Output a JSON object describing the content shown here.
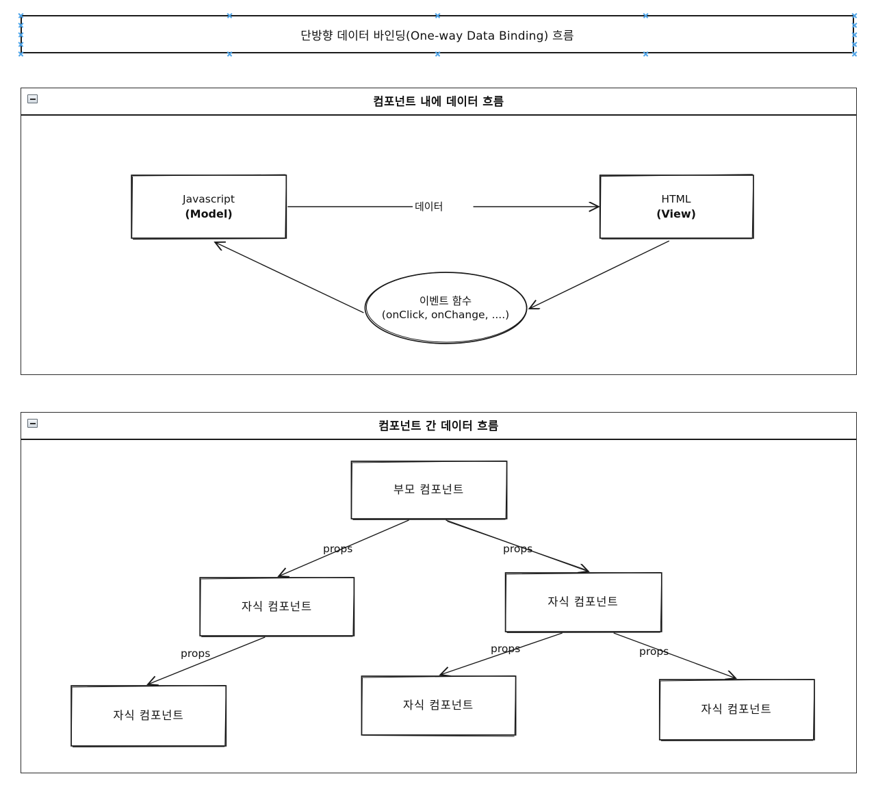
{
  "title": {
    "text": "단방향 데이터 바인딩(One-way Data Binding) 흐름"
  },
  "panels": [
    {
      "id": "intra-component-flow",
      "header": "컴포넌트 내에 데이터 흐름",
      "collapse_icon": "minimize-icon",
      "nodes": [
        {
          "name": "model-box",
          "shape": "rect",
          "line1": "Javascript",
          "line2": "(Model)"
        },
        {
          "name": "view-box",
          "shape": "rect",
          "line1": "HTML",
          "line2": "(View)"
        },
        {
          "name": "event-ellipse",
          "shape": "ellipse",
          "line1": "이벤트 함수",
          "line2": "(onClick, onChange, ....)"
        }
      ],
      "edges": [
        {
          "from": "model-box",
          "to": "view-box",
          "label": "데이터"
        },
        {
          "from": "view-box",
          "to": "event-ellipse",
          "label": ""
        },
        {
          "from": "event-ellipse",
          "to": "model-box",
          "label": ""
        }
      ]
    },
    {
      "id": "inter-component-flow",
      "header": "컴포넌트 간 데이터 흐름",
      "collapse_icon": "minimize-icon",
      "nodes": [
        {
          "name": "parent-component",
          "shape": "rect",
          "line1": "부모 컴포넌트"
        },
        {
          "name": "child-component-left",
          "shape": "rect",
          "line1": "자식 컴포넌트"
        },
        {
          "name": "child-component-right",
          "shape": "rect",
          "line1": "자식 컴포넌트"
        },
        {
          "name": "child-component-bottom-1",
          "shape": "rect",
          "line1": "자식 컴포넌트"
        },
        {
          "name": "child-component-bottom-2",
          "shape": "rect",
          "line1": "자식 컴포넌트"
        },
        {
          "name": "child-component-bottom-3",
          "shape": "rect",
          "line1": "자식 컴포넌트"
        }
      ],
      "edges": [
        {
          "from": "parent-component",
          "to": "child-component-left",
          "label": "props"
        },
        {
          "from": "parent-component",
          "to": "child-component-right",
          "label": "props"
        },
        {
          "from": "child-component-left",
          "to": "child-component-bottom-1",
          "label": "props"
        },
        {
          "from": "child-component-right",
          "to": "child-component-bottom-2",
          "label": "props"
        },
        {
          "from": "child-component-right",
          "to": "child-component-bottom-3",
          "label": "props"
        }
      ]
    }
  ],
  "colors": {
    "stroke": "#1a1a1a",
    "background": "#ffffff",
    "selection_handle": "#4da3e8"
  }
}
